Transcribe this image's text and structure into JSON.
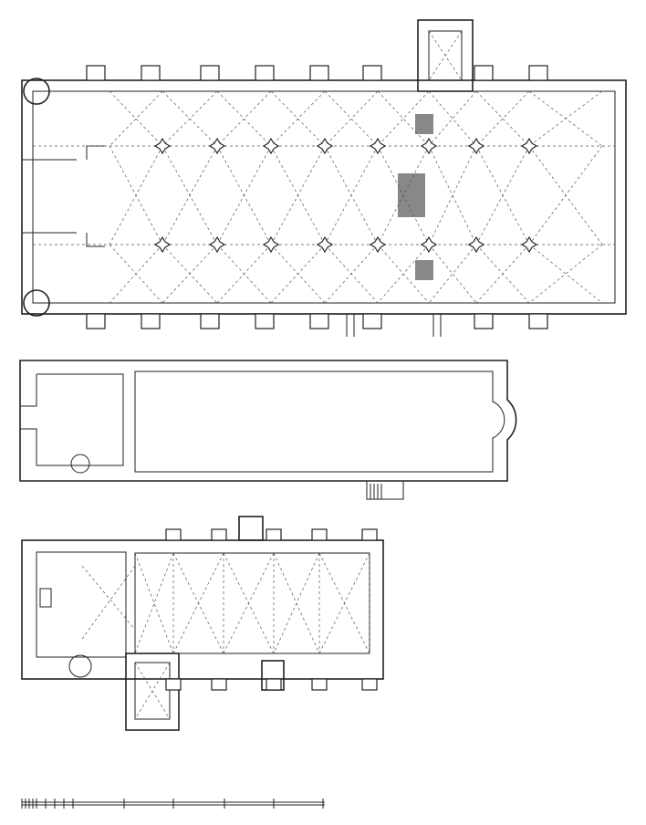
{
  "drawing": {
    "plans": [
      "plan-hall-church",
      "plan-simple-church",
      "plan-small-church"
    ],
    "colors": {
      "ink": "#222222",
      "paper": "#ffffff",
      "vault_lines": "#555555"
    }
  }
}
